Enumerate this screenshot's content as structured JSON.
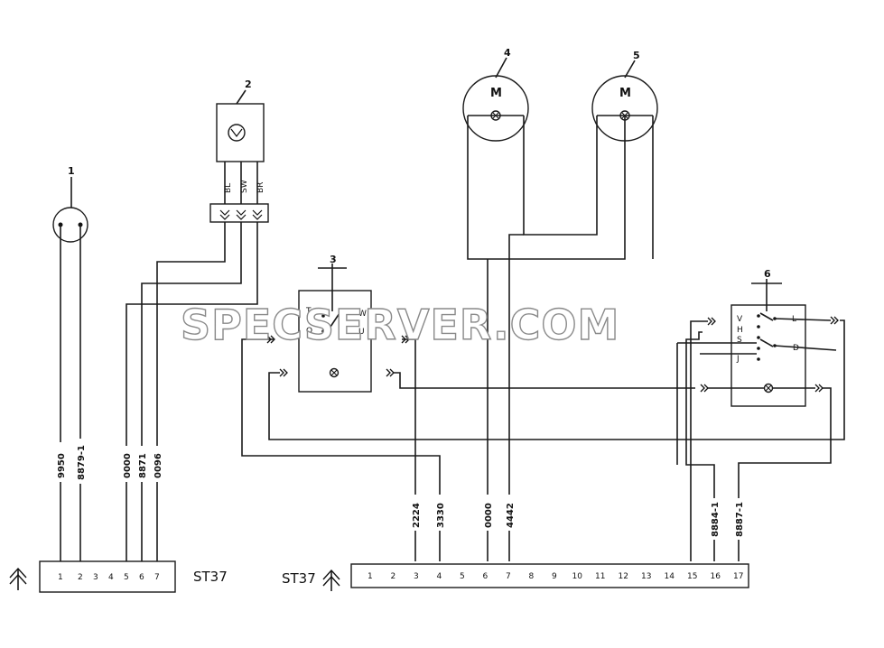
{
  "components": {
    "c1": "1",
    "c2": "2",
    "c3": "3",
    "c4": "4",
    "c5": "5",
    "c6": "6"
  },
  "motor_label": "M",
  "connector2_pins": [
    "BL",
    "SW",
    "BR"
  ],
  "switch3": {
    "t": "T",
    "w": "W",
    "o": "O",
    "u": "U"
  },
  "switch6": {
    "v": "V",
    "h": "H",
    "s": "S",
    "j": "J",
    "l": "L",
    "d": "D"
  },
  "left_connector": {
    "name": "ST37",
    "pins": [
      "1",
      "2",
      "3",
      "4",
      "5",
      "6",
      "7"
    ],
    "wires": [
      {
        "pin": 1,
        "label": "9950"
      },
      {
        "pin": 2,
        "label": "8879-1"
      },
      {
        "pin": 5,
        "label": "0000"
      },
      {
        "pin": 6,
        "label": "8871"
      },
      {
        "pin": 7,
        "label": "0096"
      }
    ]
  },
  "right_connector": {
    "name": "ST37",
    "pins": [
      "1",
      "2",
      "3",
      "4",
      "5",
      "6",
      "7",
      "8",
      "9",
      "10",
      "11",
      "12",
      "13",
      "14",
      "15",
      "16",
      "17"
    ],
    "wires": [
      {
        "pin": 3,
        "label": "2224"
      },
      {
        "pin": 4,
        "label": "3330"
      },
      {
        "pin": 6,
        "label": "0000"
      },
      {
        "pin": 7,
        "label": "4442"
      },
      {
        "pin": 16,
        "label": "8884-1"
      },
      {
        "pin": 17,
        "label": "8887-1"
      }
    ]
  },
  "watermark": "SPECSERVER.COM"
}
